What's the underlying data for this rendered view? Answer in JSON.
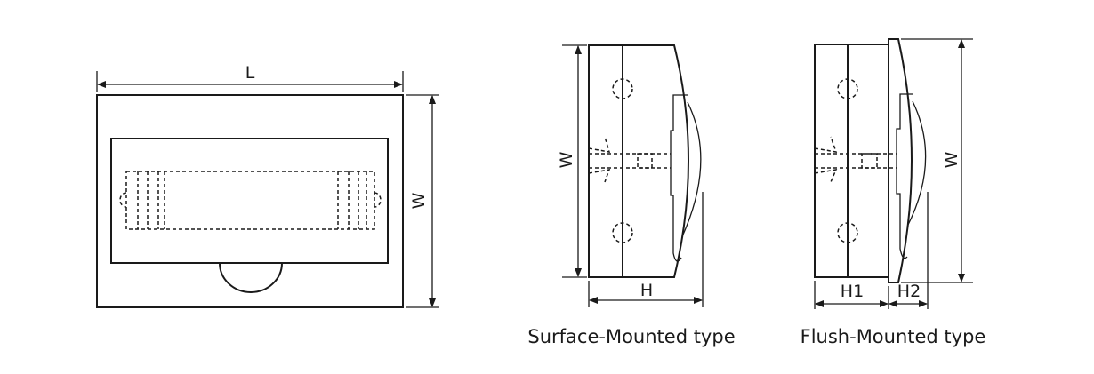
{
  "front_view": {
    "length_label": "L",
    "width_label": "W"
  },
  "surface_view": {
    "width_label": "W",
    "height_label": "H",
    "caption": "Surface-Mounted type"
  },
  "flush_view": {
    "width_label": "W",
    "h1_label": "H1",
    "h2_label": "H2",
    "caption": "Flush-Mounted type"
  }
}
